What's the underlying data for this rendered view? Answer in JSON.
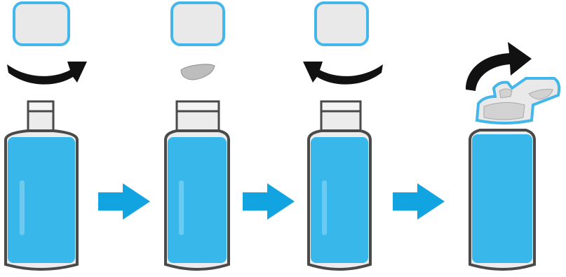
{
  "diagram": {
    "steps": [
      {
        "action": "twist-cap-clockwise",
        "arrow_icon": "rotate-right-icon"
      },
      {
        "action": "remove-seal",
        "arrow_icon": "none"
      },
      {
        "action": "twist-cap-counterclockwise",
        "arrow_icon": "rotate-left-icon"
      },
      {
        "action": "flip-open-cap",
        "arrow_icon": "flip-up-icon"
      }
    ],
    "connector_icon": "right-arrow-icon"
  },
  "colors": {
    "ink": "#38b7ea",
    "ink_light": "#6ccaf1",
    "outline": "#4a4a4a",
    "bottle_top": "#ececec",
    "cap_fill": "#e9e9e9",
    "cap_stroke": "#45b6ea",
    "arrow_black": "#111111",
    "arrow_blue": "#12a3e1",
    "seal": "#bdbdbd"
  }
}
